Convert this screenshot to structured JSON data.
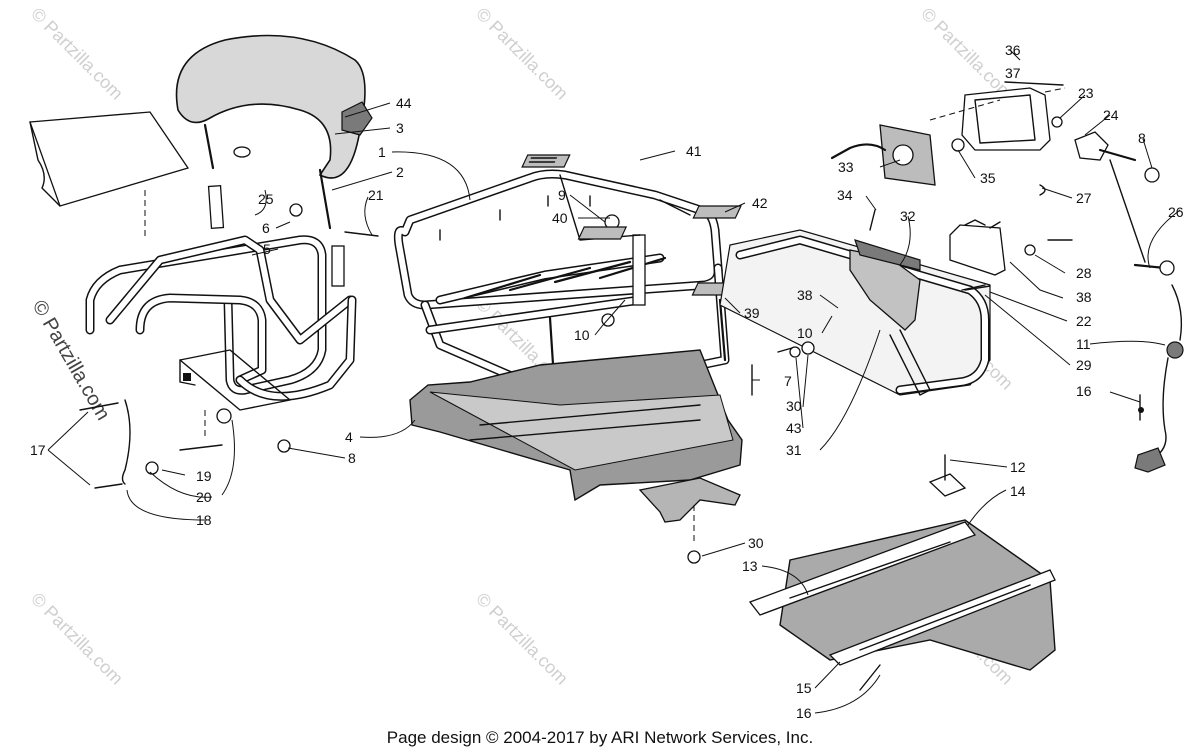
{
  "footer": "Page design © 2004-2017 by ARI Network Services, Inc.",
  "watermark_text": "© Partzilla.com",
  "side_watermark_text": "© Partzilla.com",
  "labels": {
    "l1": "1",
    "l2": "2",
    "l3": "3",
    "l4": "4",
    "l5": "5",
    "l6": "6",
    "l7": "7",
    "l8a": "8",
    "l8b": "8",
    "l9": "9",
    "l10a": "10",
    "l10b": "10",
    "l11": "11",
    "l12": "12",
    "l13": "13",
    "l14": "14",
    "l15": "15",
    "l16a": "16",
    "l16b": "16",
    "l17": "17",
    "l18": "18",
    "l19": "19",
    "l20": "20",
    "l21": "21",
    "l22": "22",
    "l23": "23",
    "l24": "24",
    "l25": "25",
    "l26": "26",
    "l27": "27",
    "l28": "28",
    "l29": "29",
    "l30a": "30",
    "l30b": "30",
    "l31": "31",
    "l32": "32",
    "l33": "33",
    "l34": "34",
    "l35": "35",
    "l36": "36",
    "l37": "37",
    "l38a": "38",
    "l38b": "38",
    "l39": "39",
    "l40": "40",
    "l41": "41",
    "l42": "42",
    "l43": "43",
    "l44": "44"
  }
}
